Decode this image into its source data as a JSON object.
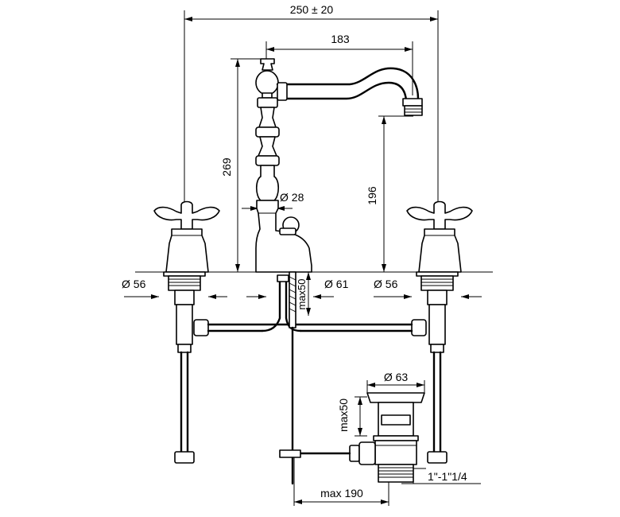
{
  "drawing": {
    "part": "three-hole basin mixer with swivel spout and pop-up waste"
  },
  "dimensions": {
    "total_width": "250 ± 20",
    "spout_reach": "183",
    "mixer_height": "269",
    "spout_height": "196",
    "lever_diameter": "Ø 28",
    "handle_base_left": "Ø 56",
    "body_base": "Ø 61",
    "handle_base_right": "Ø 56",
    "deck_thickness_mixer": "max50",
    "waste_diameter": "Ø 63",
    "deck_thickness_waste": "max50",
    "waste_thread": "1\"-1\"1/4",
    "rod_reach": "max 190"
  }
}
